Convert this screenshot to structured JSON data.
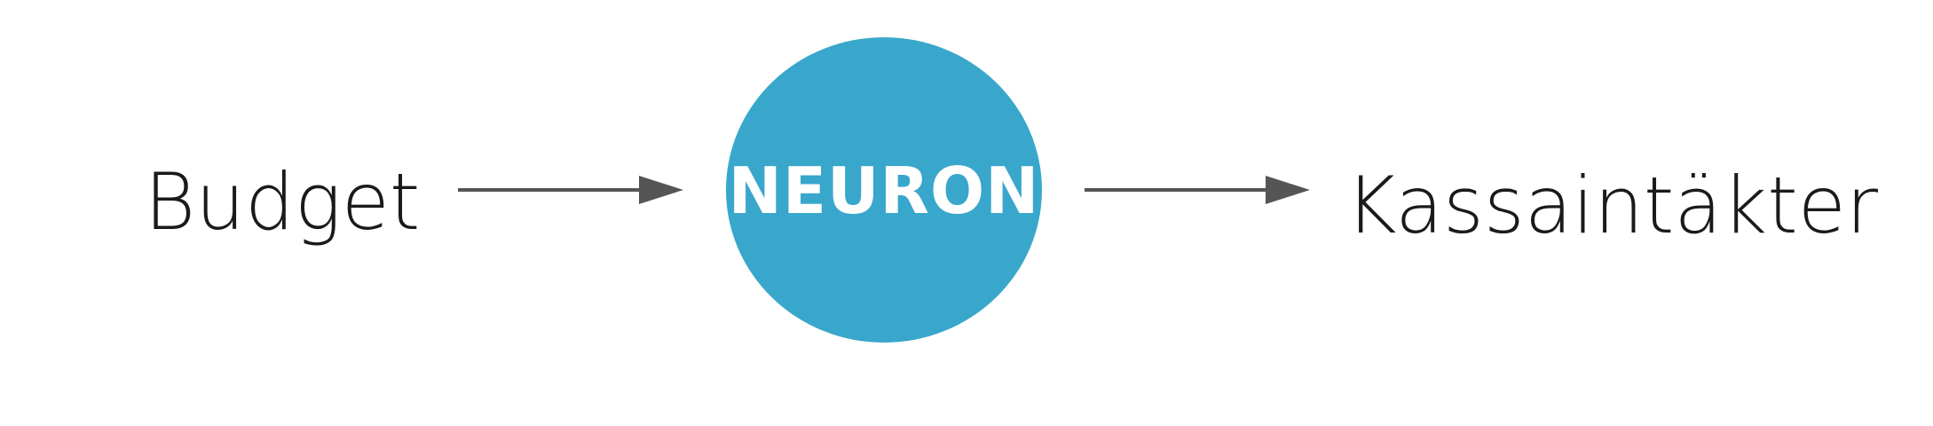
{
  "diagram": {
    "input_label": "Budget",
    "node_label": "NEURON",
    "output_label": "Kassaintäkter",
    "colors": {
      "node_fill": "#39A7CB",
      "node_text": "#FFFFFF",
      "arrow": "#555555",
      "label_text": "#1A1A1A",
      "background": "#FFFFFF"
    }
  }
}
